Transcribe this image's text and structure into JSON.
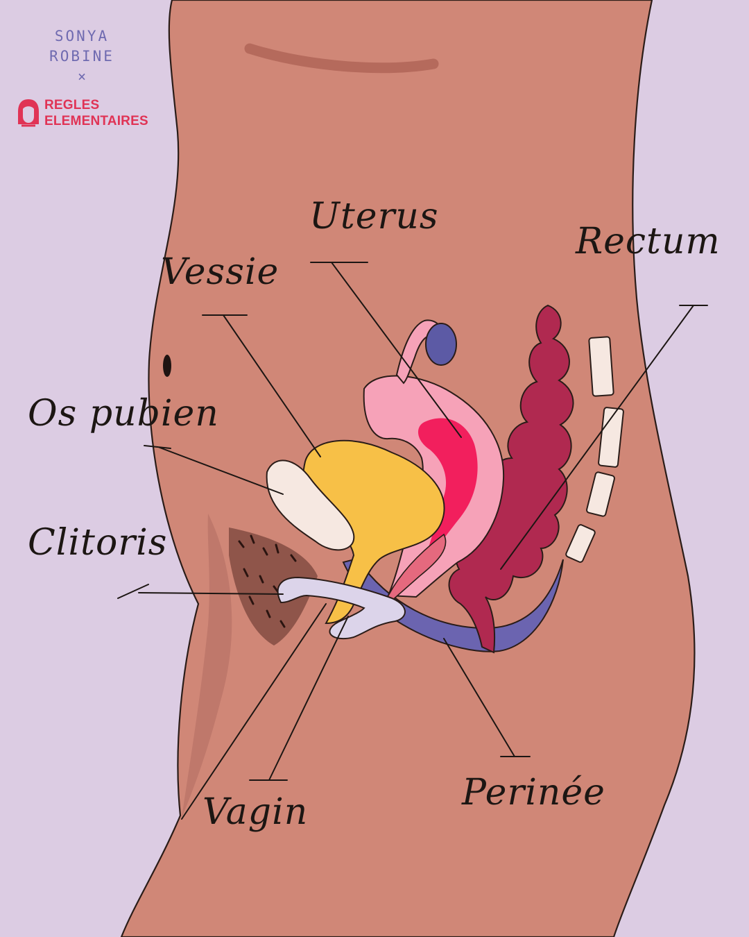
{
  "credit": {
    "author_line1": "SONYA",
    "author_line2": "ROBINE",
    "separator": "×"
  },
  "brand": {
    "line1": "REGLES",
    "line2": "ELEMENTAIRES",
    "color": "#e03355"
  },
  "labels": {
    "uterus": "Uterus",
    "rectum": "Rectum",
    "vessie": "Vessie",
    "os_pubien": "Os pubien",
    "clitoris": "Clitoris",
    "vagin": "Vagin",
    "perinee": "Perinée"
  },
  "colors": {
    "background": "#dccce3",
    "skin": "#d08777",
    "bladder": "#f7c047",
    "uterus_outer": "#f6a2b8",
    "uterus_inner": "#f21f5d",
    "rectum": "#b02950",
    "perineum": "#6b64b0",
    "clitoris": "#dcd4ea",
    "pubic_bone": "#f6e8e1",
    "ovary": "#5c5aa5"
  }
}
